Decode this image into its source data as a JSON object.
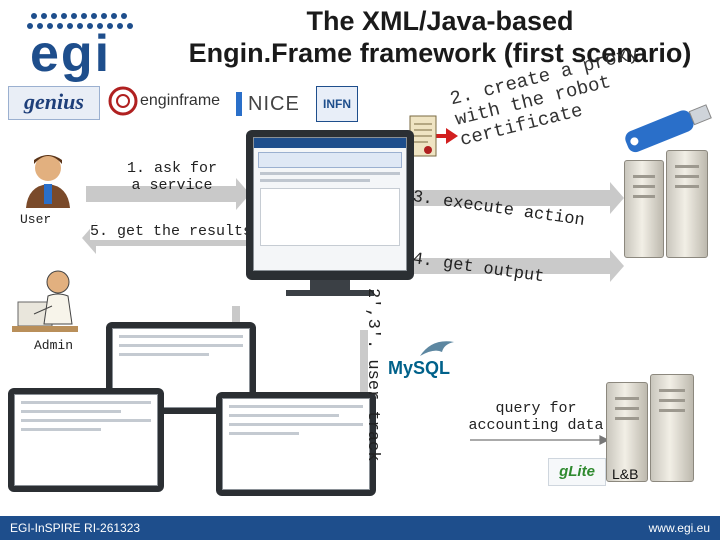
{
  "header": {
    "title_line1": "The XML/Java-based",
    "title_line2": "Engin.Frame framework (first scenario)",
    "logo_text": "egi"
  },
  "logos": {
    "genius": "genius",
    "enginframe": "enginframe",
    "nice": "NICE",
    "infn": "INFN"
  },
  "labels": {
    "user": "User",
    "admin": "Admin",
    "ask_service": "1. ask for\na service",
    "get_results": "5. get the results",
    "create_proxy": "2. create a proxy\nwith the robot\ncertificate",
    "execute": "3. execute action",
    "get_output": "4. get output",
    "user_track": "2',3'. user track",
    "query": "query for\naccounting data",
    "lb": "L&B",
    "mysql": "MySQL",
    "glite": "gLite"
  },
  "footer": {
    "left": "EGI-InSPIRE RI-261323",
    "right": "www.egi.eu"
  },
  "colors": {
    "brand_blue": "#1e4e8c",
    "arrow_gray": "#b9b9b9",
    "key_blue": "#2a6fc9"
  }
}
